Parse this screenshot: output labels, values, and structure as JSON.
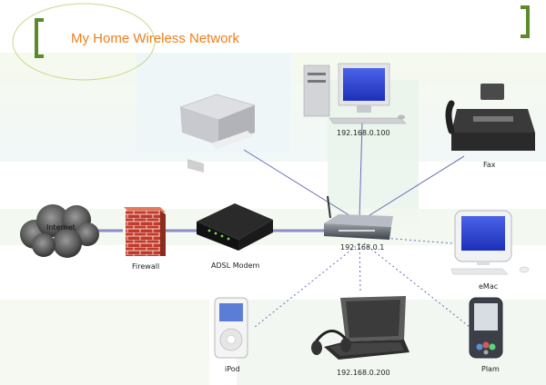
{
  "title": "My Home Wireless Network",
  "nodes": {
    "internet": "Internet",
    "firewall": "Firewall",
    "modem": "ADSL Modem",
    "router": "192.168.0.1",
    "desktop": "192.168.0.100",
    "fax": "Fax",
    "emac": "eMac",
    "laptop": "192.168.0.200",
    "ipod": "iPod",
    "palm": "Plam"
  },
  "colors": {
    "title": "#f07f17",
    "bracket": "#5b8a2b",
    "link": "#6b6bb8"
  }
}
